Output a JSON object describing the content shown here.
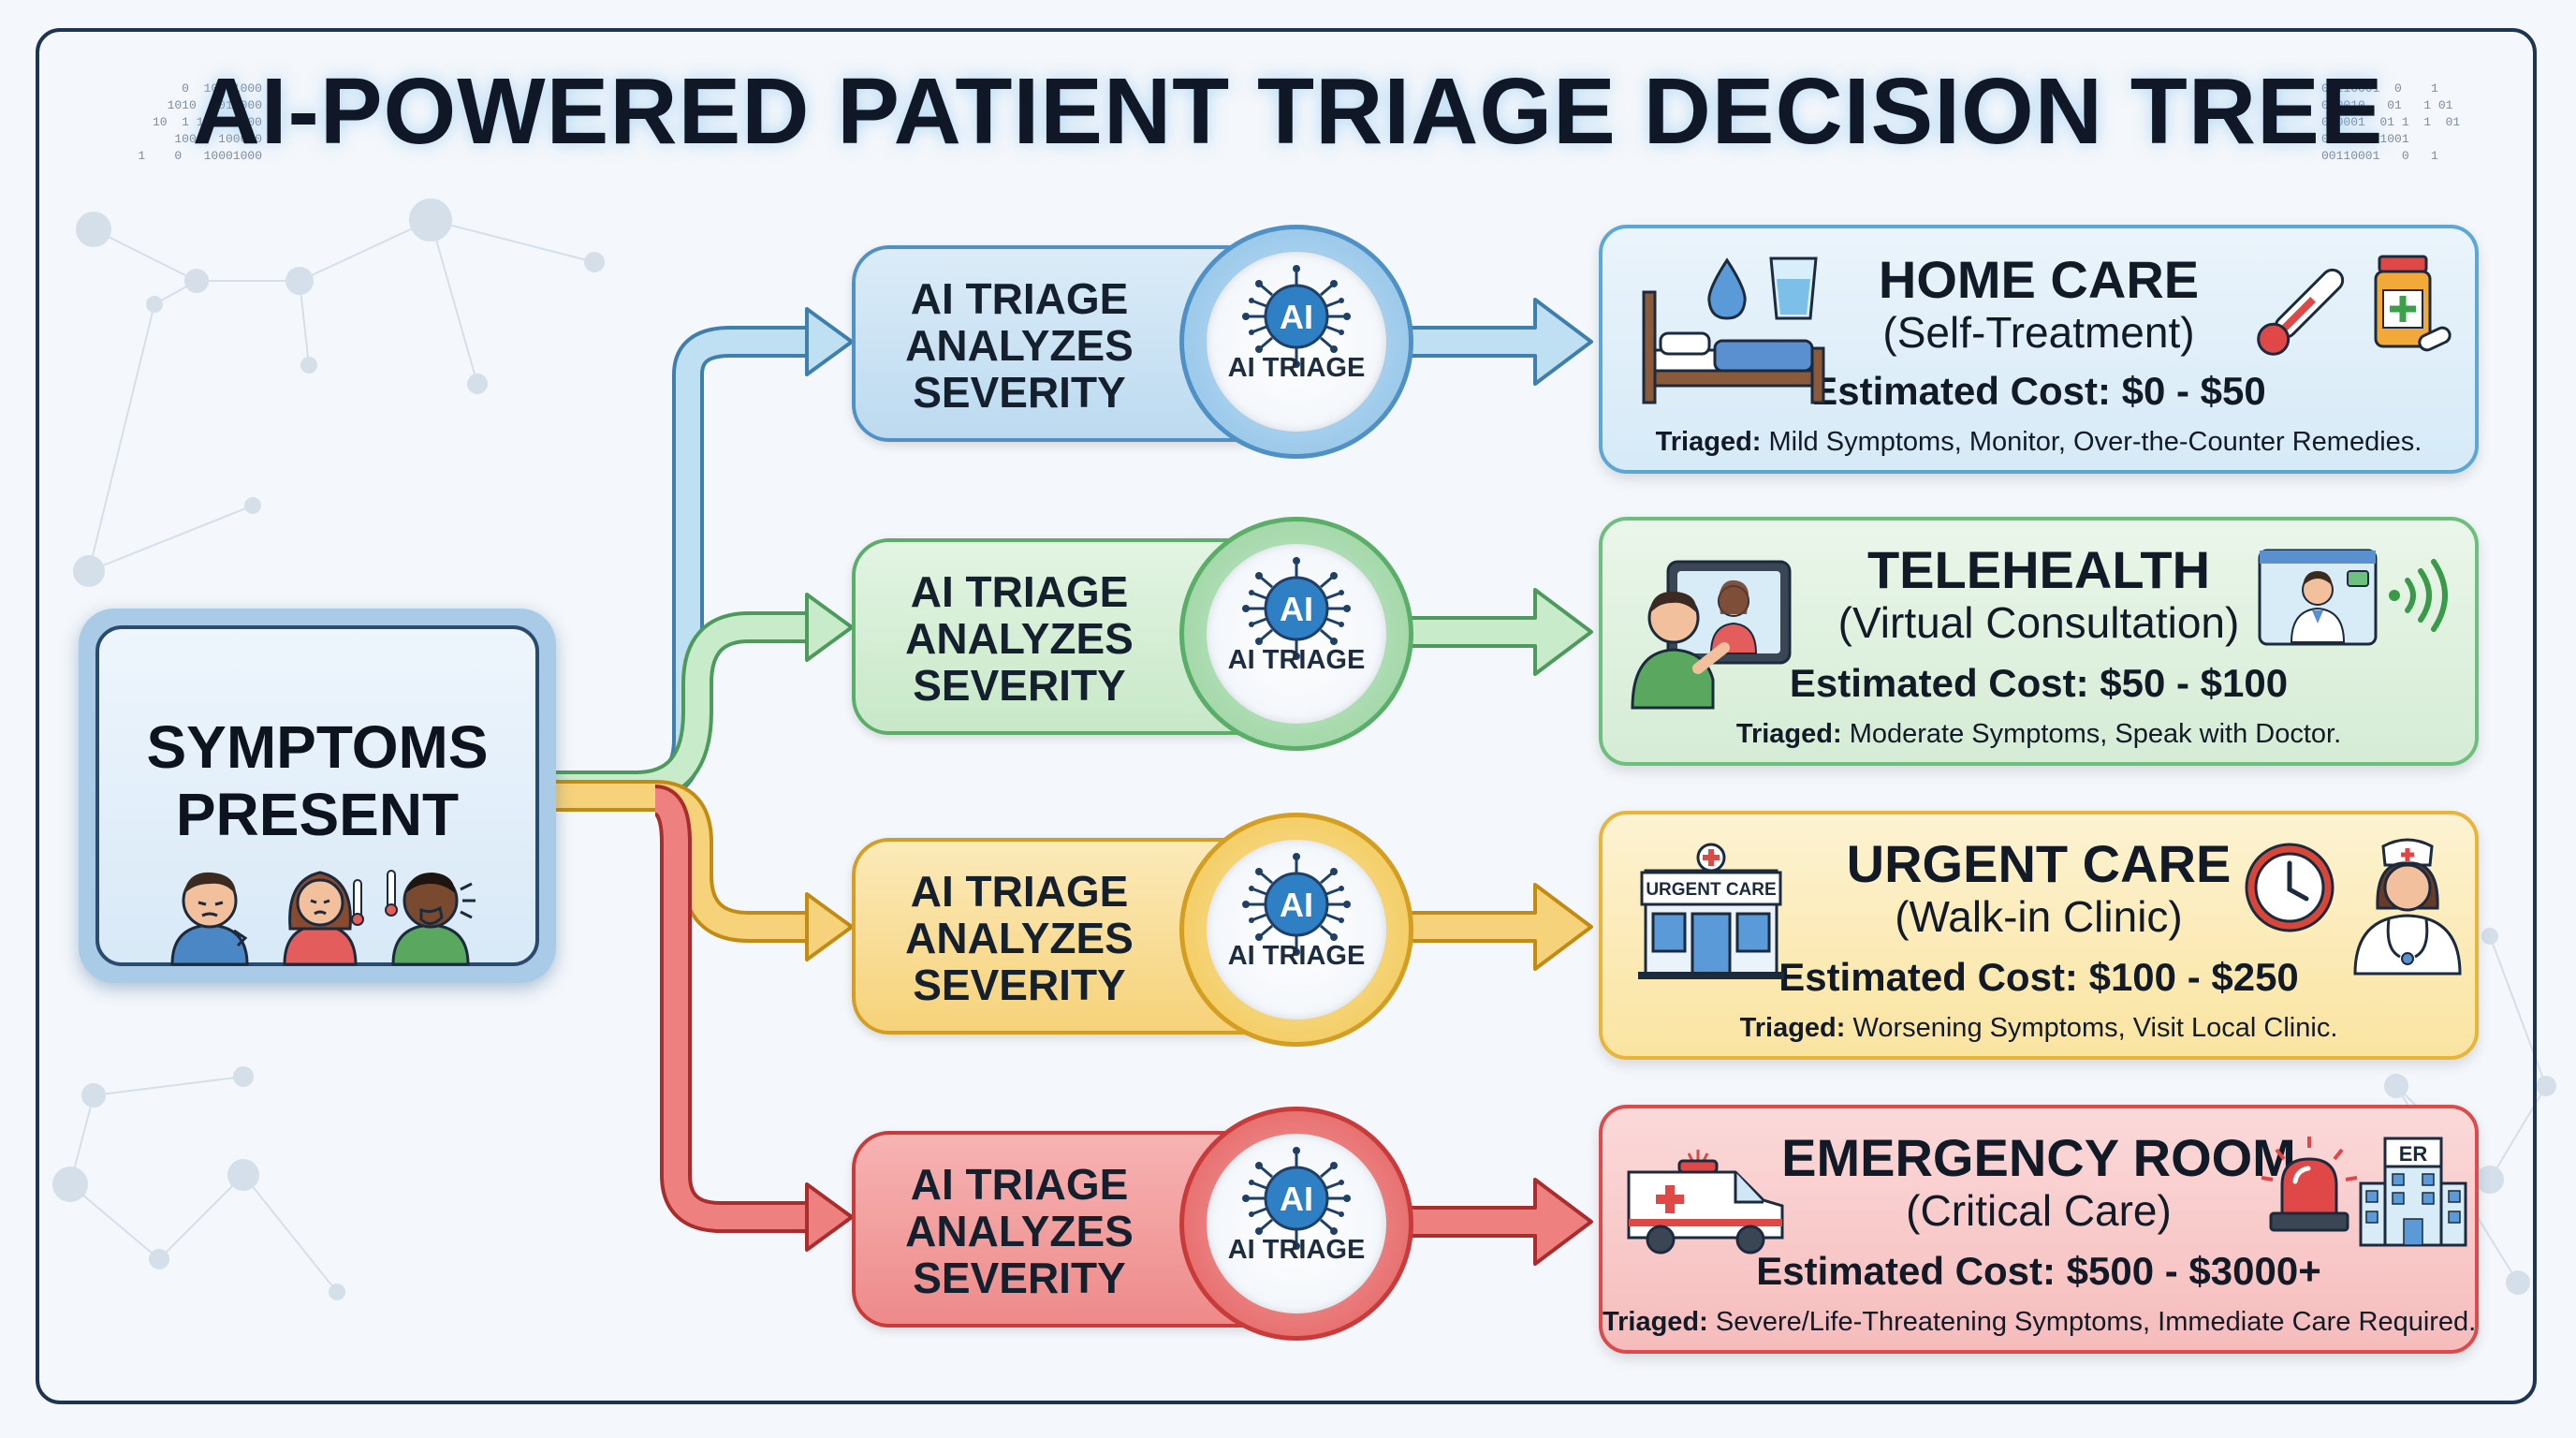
{
  "title": "AI-POWERED PATIENT TRIAGE DECISION TREE",
  "binary_left": "0  10001000\n1010   010000\n10  1 10  10000\n 1001  100000\n1    0   10001000",
  "binary_right": "00110001  0    1\n000010   01   1 01\n000001  01 1  1  01\n000001  1001\n00110001   0   1",
  "symptoms": {
    "line1": "SYMPTOMS",
    "line2": "PRESENT"
  },
  "triage": {
    "line1": "AI TRIAGE",
    "line2": "ANALYZES",
    "line3": "SEVERITY",
    "badge_center": "AI",
    "badge_label": "AI TRIAGE"
  },
  "outcomes": [
    {
      "title": "HOME CARE",
      "subtitle": "(Self-Treatment)",
      "cost": "Estimated Cost: $0 - $50",
      "note_label": "Triaged:",
      "note": " Mild Symptoms, Monitor, Over-the-Counter Remedies."
    },
    {
      "title": "TELEHEALTH",
      "subtitle": "(Virtual Consultation)",
      "cost": "Estimated Cost: $50 - $100",
      "note_label": "Triaged:",
      "note": " Moderate Symptoms, Speak with Doctor."
    },
    {
      "title": "URGENT CARE",
      "subtitle": "(Walk-in Clinic)",
      "cost": "Estimated Cost: $100 - $250",
      "note_label": "Triaged:",
      "note": " Worsening Symptoms, Visit Local Clinic.",
      "sign_text": "URGENT CARE"
    },
    {
      "title": "EMERGENCY ROOM",
      "subtitle": "(Critical Care)",
      "cost": "Estimated Cost: $500 - $3000+",
      "note_label": "Triaged:",
      "note": " Severe/Life-Threatening Symptoms, Immediate Care Required.",
      "sign_text": "ER"
    }
  ],
  "colors": {
    "blue": "#5aa7d8",
    "green": "#6cbf7d",
    "yellow": "#e8b53a",
    "red": "#dc4b4b",
    "frame": "#1d3553"
  },
  "icons": {
    "symptoms": [
      "sick-person-icon",
      "fever-person-icon",
      "coughing-person-icon"
    ],
    "home": [
      "bed-icon",
      "water-drop-icon",
      "glass-icon",
      "thermometer-icon",
      "medicine-bottle-icon"
    ],
    "telehealth": [
      "video-call-icon",
      "doctor-screen-icon",
      "signal-icon"
    ],
    "urgent": [
      "clinic-building-icon",
      "clock-icon",
      "nurse-icon"
    ],
    "emergency": [
      "ambulance-icon",
      "siren-icon",
      "hospital-icon"
    ]
  }
}
